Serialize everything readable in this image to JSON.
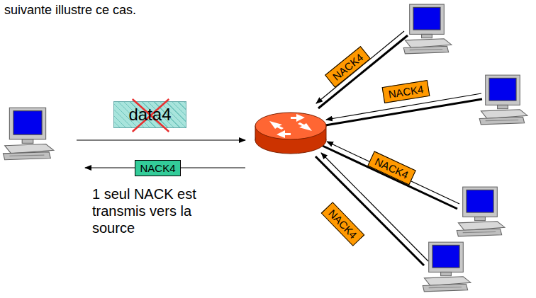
{
  "diagram": {
    "nodes": [
      {
        "text": [
          "data4"
        ]
      },
      {
        "text": [
          "NACK4"
        ]
      },
      {
        "text": [
          "NACK4"
        ]
      },
      {
        "text": [
          "NACK4"
        ]
      },
      {
        "text": [
          "NACK4"
        ]
      },
      {
        "text": [
          "NACK4"
        ]
      }
    ],
    "labels": [
      "suivante illustre ce cas.",
      "1 seul NACK est transmis vers la source"
    ]
  }
}
